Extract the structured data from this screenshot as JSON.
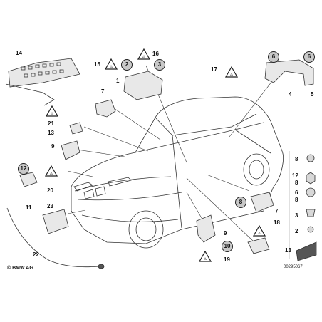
{
  "diagram": {
    "callouts": {
      "c1": "1",
      "c2": "2",
      "c3": "3",
      "c4": "4",
      "c5": "5",
      "c6a": "6",
      "c6b": "6",
      "c7a": "7",
      "c7b": "7",
      "c8": "8",
      "c9a": "9",
      "c9b": "9",
      "c10": "10",
      "c11": "11",
      "c12": "12",
      "c13a": "13",
      "c13b": "13",
      "c14": "14",
      "c15": "15",
      "c16": "16",
      "c17": "17",
      "c18": "18",
      "c19": "19",
      "c20": "20",
      "c21": "21",
      "c22": "22",
      "c23": "23"
    },
    "legend": {
      "items": [
        "8",
        "12",
        "8",
        "6",
        "8",
        "3",
        "2"
      ]
    },
    "copyright": "© BMW AG",
    "reference_number": "00295067"
  }
}
